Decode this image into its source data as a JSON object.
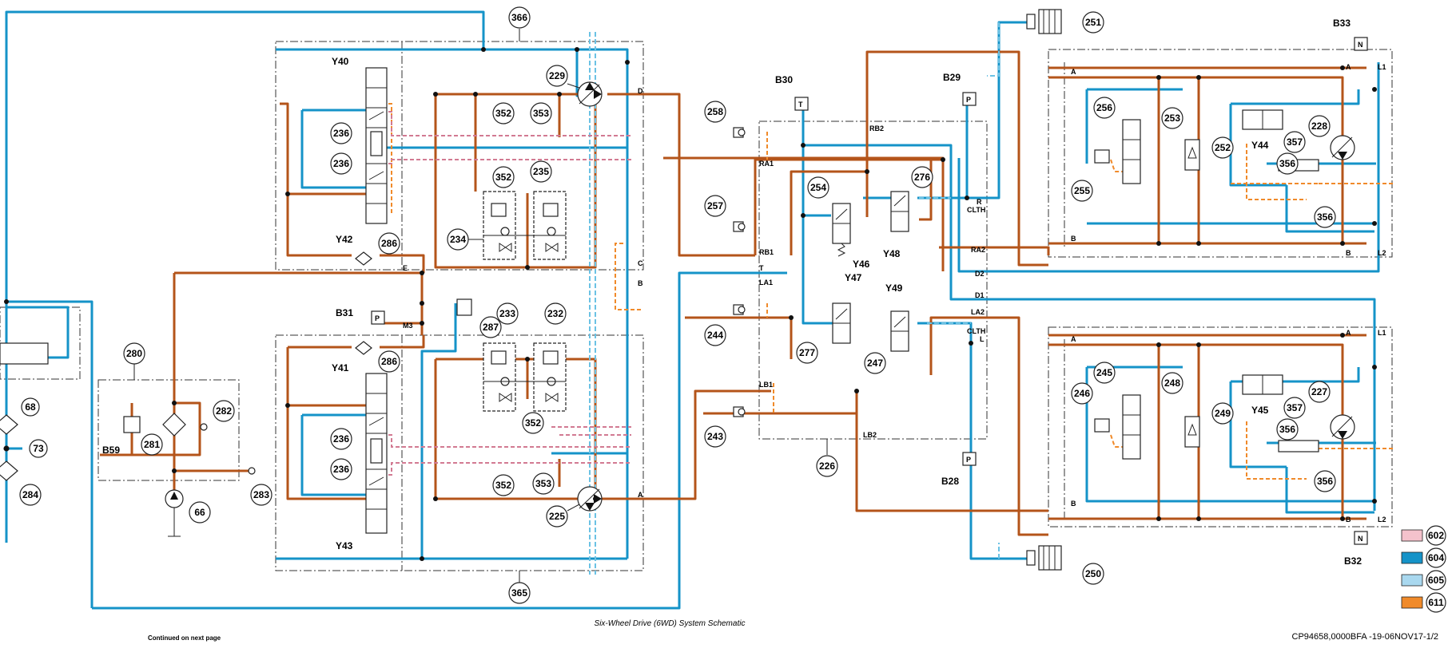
{
  "footer": {
    "title": "Six-Wheel Drive (6WD) System Schematic",
    "continued": "Continued on next page",
    "reference": "CP94658,0000BFA -19-06NOV17-1/2"
  },
  "legend": [
    {
      "code": "602",
      "color": "#f4c2cc"
    },
    {
      "code": "604",
      "color": "#1593c8"
    },
    {
      "code": "605",
      "color": "#a9d8ef"
    },
    {
      "code": "611",
      "color": "#f08a2a"
    }
  ],
  "colors": {
    "pressure": "#b4541a",
    "pilot": "#f08a2a",
    "return": "#1593c8",
    "case_drain": "#6bc2e4",
    "signal": "#d27a92"
  },
  "balloons": {
    "b366": "366",
    "b365": "365",
    "b229": "229",
    "b225": "225",
    "b352a": "352",
    "b353a": "353",
    "b352b": "352",
    "b235": "235",
    "b234": "234",
    "b233": "233",
    "b232": "232",
    "b287": "287",
    "b352c": "352",
    "b352d": "352",
    "b353b": "353",
    "b236a": "236",
    "b236b": "236",
    "b236c": "236",
    "b236d": "236",
    "b286a": "286",
    "b286b": "286",
    "b280": "280",
    "b281": "281",
    "b282": "282",
    "b283": "283",
    "b66": "66",
    "b68": "68",
    "b73": "73",
    "b284": "284",
    "b258": "258",
    "b257": "257",
    "b244": "244",
    "b243": "243",
    "b226": "226",
    "b254": "254",
    "b276": "276",
    "b277": "277",
    "b247": "247",
    "b251": "251",
    "b250": "250",
    "b256": "256",
    "b255": "255",
    "b253": "253",
    "b252": "252",
    "b357a": "357",
    "b356a": "356",
    "b356b": "356",
    "b228": "228",
    "b245": "245",
    "b246": "246",
    "b248": "248",
    "b249": "249",
    "b357b": "357",
    "b356c": "356",
    "b356d": "356",
    "b227": "227"
  },
  "labels": {
    "Y40": "Y40",
    "Y42": "Y42",
    "Y41": "Y41",
    "Y43": "Y43",
    "Y46": "Y46",
    "Y47": "Y47",
    "Y48": "Y48",
    "Y49": "Y49",
    "Y44": "Y44",
    "Y45": "Y45",
    "B30": "B30",
    "B29": "B29",
    "B31": "B31",
    "B59": "B59",
    "B28": "B28",
    "B33": "B33",
    "B32": "B32"
  },
  "ports": {
    "D": "D",
    "E": "E",
    "C": "C",
    "B": "B",
    "M3": "M3",
    "A": "A",
    "RB2": "RB2",
    "RA1": "RA1",
    "RB1": "RB1",
    "T": "T",
    "LA1": "LA1",
    "LB1": "LB1",
    "LB2": "LB2",
    "R": "R",
    "CLTH1": "CLTH",
    "RA2": "RA2",
    "D2": "D2",
    "D1": "D1",
    "LA2": "LA2",
    "CLTH2": "CLTH",
    "L": "L",
    "uA1": "A",
    "uA2": "A",
    "uL1": "L1",
    "uB1": "B",
    "uB2": "B",
    "uL2": "L2",
    "lA1": "A",
    "lA2": "A",
    "lL1": "L1",
    "lB1": "B",
    "lB2": "B",
    "lL2": "L2",
    "P1": "P",
    "P2": "P",
    "P3": "P",
    "T1": "T",
    "N1": "N",
    "N2": "N"
  }
}
